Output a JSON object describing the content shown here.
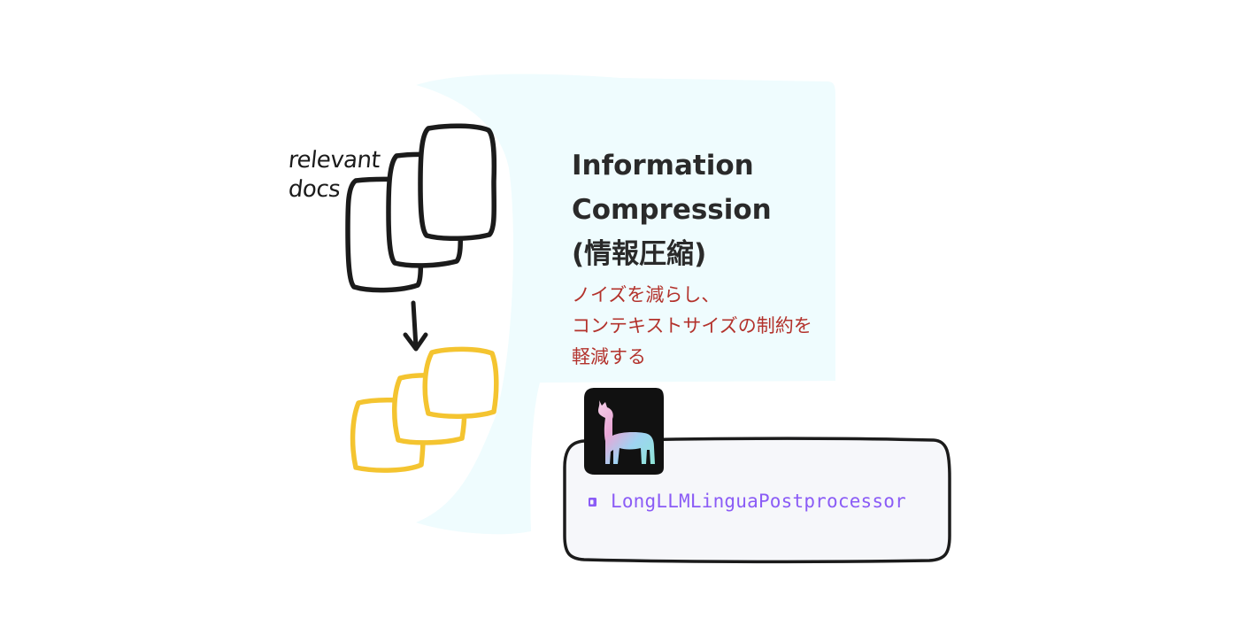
{
  "diagram": {
    "label_line1": "relevant",
    "label_line2": "docs",
    "title": {
      "line1": "Information",
      "line2": "Compression",
      "line3": "(情報圧縮)"
    },
    "description": {
      "line1": "ノイズを減らし、",
      "line2": "コンテキストサイズの制約を",
      "line3": "軽減する"
    },
    "tool": {
      "name": "LongLLMLinguaPostprocessor",
      "icon": "llama-logo-icon",
      "bullet_icon": "module-icon"
    },
    "colors": {
      "highlight_bg": "#effcfe",
      "doc_stroke": "#1b1b1b",
      "compressed_stroke": "#f4c430",
      "title": "#2a2a2a",
      "description": "#b3322c",
      "code": "#8b5cf6",
      "card_bg": "#f6f7fa"
    }
  }
}
